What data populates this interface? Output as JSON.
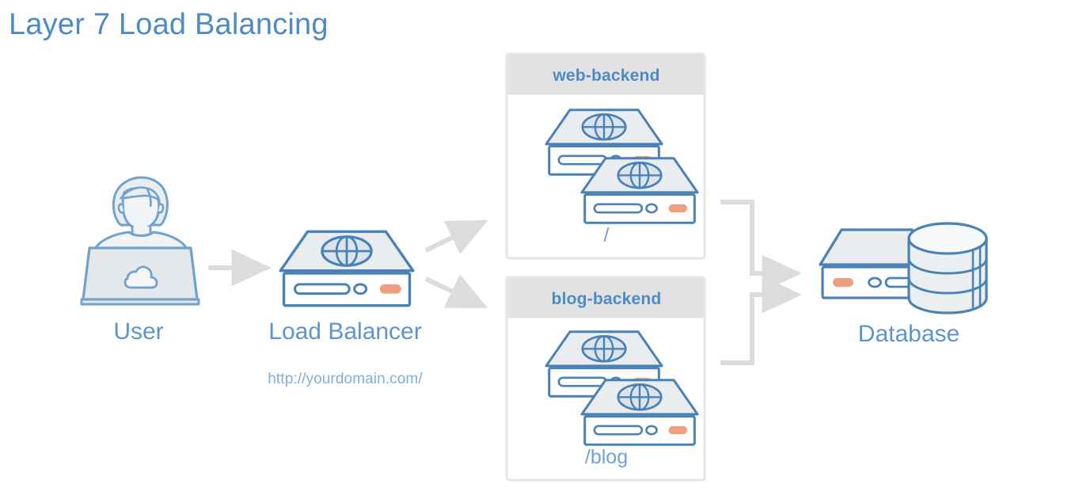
{
  "title": "Layer 7 Load Balancing",
  "colors": {
    "title_blue": "#4d8ac6",
    "label_blue": "#5b95cc",
    "url_blue": "#7fb0db",
    "icon_stroke": "#4a82b8",
    "icon_fill": "#e8ecee",
    "led_orange": "#ef9f80",
    "arrow_gray": "#dcdcdc",
    "group_header_gray": "#e2e2e2",
    "group_border_gray": "#e6e6e6",
    "background": "#ffffff"
  },
  "nodes": {
    "user": {
      "label": "User",
      "icon": "user-laptop-icon",
      "laptop_logo": "cloud-icon"
    },
    "load_balancer": {
      "label": "Load Balancer",
      "icon": "server-globe-icon",
      "url": "http://yourdomain.com/"
    },
    "database": {
      "label": "Database",
      "icon": "database-server-icon"
    }
  },
  "groups": [
    {
      "id": "web-backend",
      "title": "web-backend",
      "path": "/",
      "servers": 2,
      "server_icon": "server-globe-icon"
    },
    {
      "id": "blog-backend",
      "title": "blog-backend",
      "path": "/blog",
      "servers": 2,
      "server_icon": "server-globe-icon"
    }
  ],
  "connections": [
    {
      "from": "user",
      "to": "load-balancer",
      "style": "straight-arrow"
    },
    {
      "from": "load-balancer",
      "to": "web-backend",
      "style": "diagonal-arrow-up"
    },
    {
      "from": "load-balancer",
      "to": "blog-backend",
      "style": "diagonal-arrow-down"
    },
    {
      "from": "web-backend",
      "to": "database",
      "style": "elbow-arrow"
    },
    {
      "from": "blog-backend",
      "to": "database",
      "style": "elbow-arrow"
    }
  ]
}
